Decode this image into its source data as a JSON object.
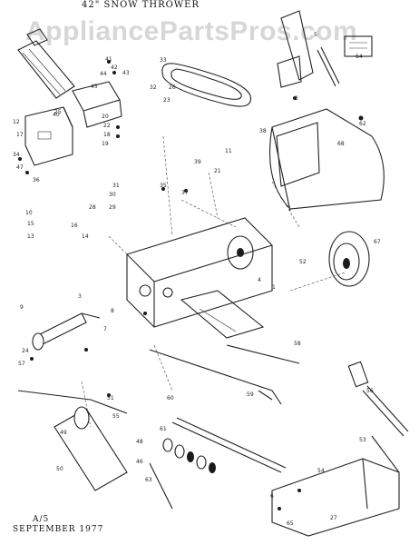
{
  "diagram": {
    "title": "42\" SNOW THROWER",
    "watermark": "AppliancePartsPros.com",
    "page_label": "A/5",
    "date": "SEPTEMBER 1977",
    "callouts": [
      "40",
      "41",
      "42",
      "43",
      "44",
      "45",
      "25",
      "33",
      "32",
      "26",
      "23",
      "12",
      "17",
      "34",
      "47",
      "36",
      "19",
      "18",
      "22",
      "20",
      "2",
      "64",
      "5",
      "62",
      "68",
      "11",
      "38",
      "39",
      "21",
      "4",
      "1",
      "37",
      "35",
      "31",
      "30",
      "29",
      "28",
      "16",
      "14",
      "10",
      "15",
      "13",
      "3",
      "9",
      "8",
      "7",
      "24",
      "57",
      "52",
      "51",
      "55",
      "50",
      "49",
      "60",
      "61",
      "59",
      "58",
      "56",
      "53",
      "54",
      "48",
      "46",
      "6",
      "65",
      "63",
      "27",
      "67"
    ]
  }
}
